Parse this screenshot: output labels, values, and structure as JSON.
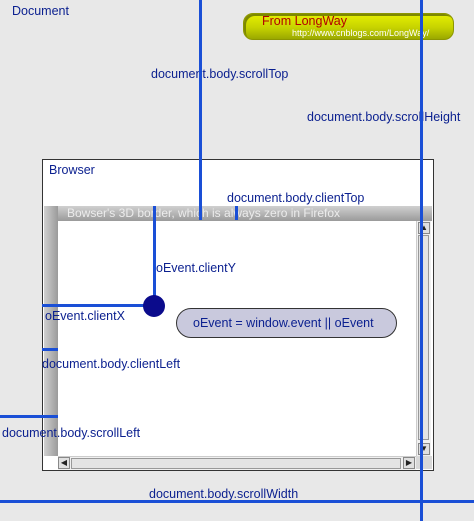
{
  "document_label": "Document",
  "badge": {
    "title": "From LongWay",
    "url": "http://www.cnblogs.com/LongWay/"
  },
  "labels": {
    "scroll_top": "document.body.scrollTop",
    "scroll_height": "document.body.scrollHeight",
    "client_top": "document.body.clientTop",
    "client_y": "oEvent.clientY",
    "client_x": "oEvent.clientX",
    "client_left": "document.body.clientLeft",
    "scroll_left": "document.body.scrollLeft",
    "scroll_width": "document.body.scrollWidth"
  },
  "browser": {
    "title": "Browser",
    "border_note": "Bowser's 3D border, which is always zero in Firefox"
  },
  "event_expression": "oEvent = window.event || oEvent",
  "colors": {
    "background": "#e8e8e8",
    "measure_line": "#1a4fd6",
    "label_text": "#0a1f8f",
    "badge_fill": "#d4e000",
    "badge_title": "#b30000",
    "pill_fill": "#c9c9dd",
    "mouse_dot": "#0b0b8c"
  }
}
